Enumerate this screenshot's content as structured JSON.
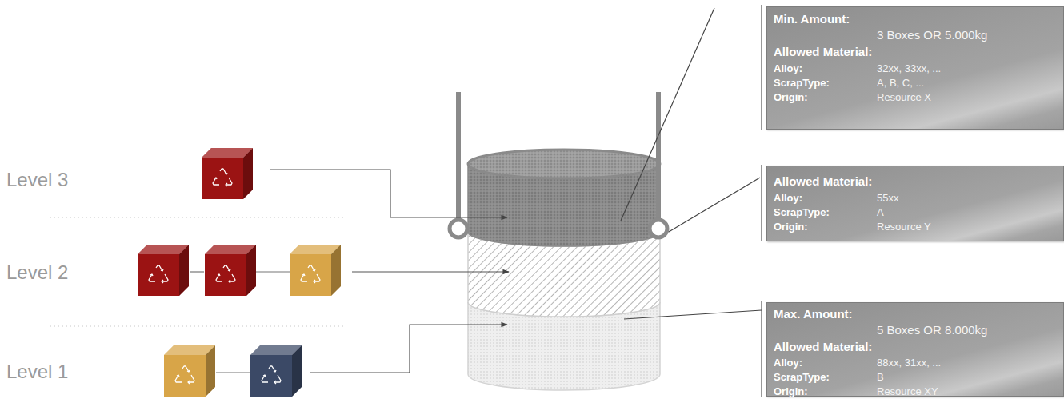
{
  "diagram": {
    "nodes": [
      {
        "text": [
          "Min. Amount:",
          "3 Boxes OR 5.000kg",
          "Allowed Material:",
          "Alloy:",
          "32xx, 33xx, ...",
          "ScrapType:",
          "A, B, C, ...",
          "Origin:",
          "Resource X"
        ]
      },
      {
        "text": [
          "Allowed Material:",
          "Alloy:",
          "55xx",
          "ScrapType:",
          "A",
          "Origin:",
          "Resource Y"
        ]
      },
      {
        "text": [
          "Max. Amount:",
          "5 Boxes OR 8.000kg",
          "Allowed Material:",
          "Alloy:",
          "88xx, 31xx, ...",
          "ScrapType:",
          "B",
          "Origin:",
          "Resource XY"
        ]
      }
    ],
    "labels": [
      "Level 3",
      "Level 2",
      "Level 1"
    ]
  }
}
